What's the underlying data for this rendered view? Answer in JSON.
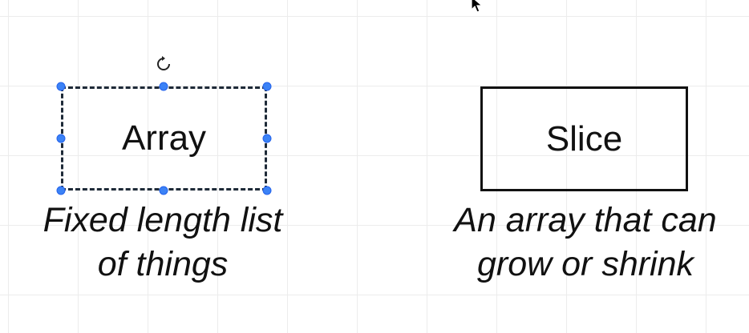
{
  "diagram": {
    "nodes": [
      {
        "id": "array",
        "label": "Array",
        "caption_lines": [
          "Fixed length list",
          "of things"
        ],
        "selected": true
      },
      {
        "id": "slice",
        "label": "Slice",
        "caption_lines": [
          "An array that can",
          "grow or shrink"
        ],
        "selected": false
      }
    ],
    "selection_color": "#3b82f6",
    "grid_color": "#ececec",
    "icons": {
      "rotate": "rotate-icon",
      "cursor": "mouse-pointer-icon"
    }
  }
}
